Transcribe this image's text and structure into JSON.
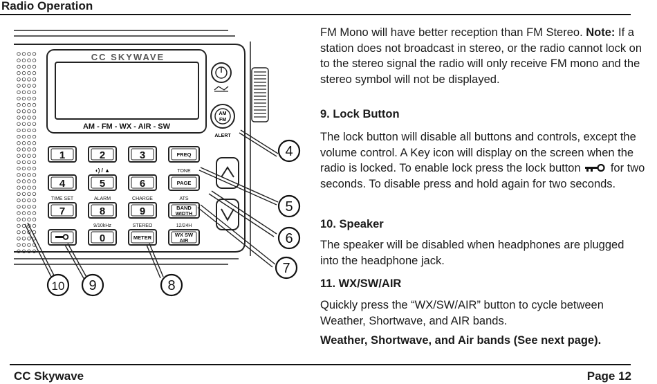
{
  "header": {
    "title": "Radio Operation"
  },
  "footer": {
    "left": "CC Skywave",
    "right": "Page 12"
  },
  "figure": {
    "brand": "CC SKYWAVE",
    "bands": "AM - FM - WX - AIR - SW",
    "alert": "ALERT",
    "am_fm": [
      "AM",
      "FM"
    ],
    "keys": {
      "k1": "1",
      "k2": "2",
      "k3": "3",
      "k4": "4",
      "k5": "5",
      "k6": "6",
      "k7": "7",
      "k8": "8",
      "k9": "9",
      "k0": "0",
      "freq": "FREQ",
      "page": "PAGE",
      "band": "BAND",
      "width": "WIDTH",
      "meter": "METER",
      "wx_sw": "WX SW",
      "air": "AIR",
      "tone": "TONE",
      "time_set": "TIME SET",
      "alarm": "ALARM",
      "charge": "CHARGE",
      "ats": "ATS",
      "khz": "9/10kHz",
      "stereo": "STEREO",
      "h1224": "12/24H"
    },
    "callouts": [
      "4",
      "5",
      "6",
      "7",
      "8",
      "9",
      "10"
    ]
  },
  "content": {
    "p1_a": "FM Mono will have better reception than FM Stereo.",
    "p1_note_label": "Note:",
    "p1_b": " If a station does not broadcast in stereo, or the radio cannot lock on to the stereo signal the radio will only receive FM mono and the stereo symbol will not be displayed.",
    "s9_title": "9. Lock Button",
    "s9_a": "The lock button will disable all buttons and controls, except the volume control. A Key icon will display on the screen when the radio is locked. To enable lock press the lock button ",
    "s9_b": " for two seconds. To disable press and hold again for two seconds.",
    "s10_title": "10. Speaker",
    "s10_text": "The speaker will be disabled when headphones are plugged into the headphone jack.",
    "s11_title": "11. WX/SW/AIR",
    "s11_text": "Quickly press the “WX/SW/AIR” button to cycle between Weather, Shortwave, and AIR bands.",
    "s11_bold": "Weather, Shortwave, and Air bands (See next page)."
  }
}
